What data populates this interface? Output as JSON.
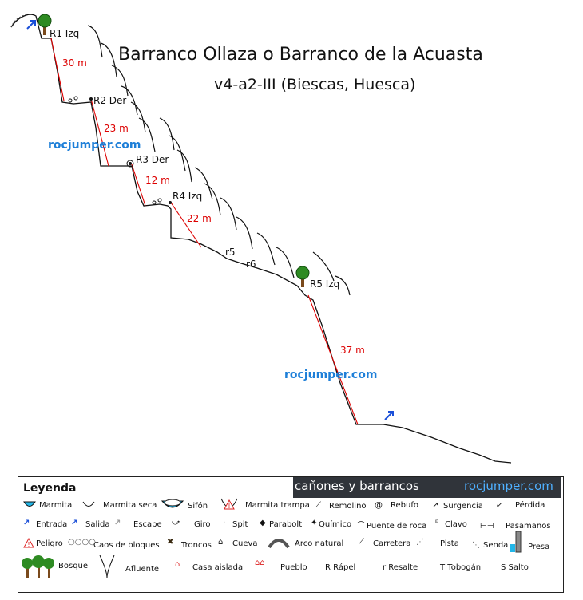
{
  "title": "Barranco Ollaza o Barranco de la Acuasta",
  "subtitle": "v4-a2-III (Biescas, Huesca)",
  "watermarks": [
    "rocjumper.com",
    "rocjumper.com"
  ],
  "anchors": [
    {
      "id": "r1",
      "label": "R1 Izq"
    },
    {
      "id": "r2",
      "label": "R2 Der"
    },
    {
      "id": "r3",
      "label": "R3 Der"
    },
    {
      "id": "r4",
      "label": "R4 Izq"
    },
    {
      "id": "r5s",
      "label": "r5"
    },
    {
      "id": "r6s",
      "label": "r6"
    },
    {
      "id": "r5",
      "label": "R5 Izq"
    }
  ],
  "rappels": [
    {
      "id": "d1",
      "label": "30 m"
    },
    {
      "id": "d2",
      "label": "23 m"
    },
    {
      "id": "d3",
      "label": "12 m"
    },
    {
      "id": "d4",
      "label": "22 m"
    },
    {
      "id": "d5",
      "label": "37 m"
    }
  ],
  "legend": {
    "title": "Leyenda",
    "banner_left": "cañones y barrancos",
    "banner_right": "rocjumper.com",
    "row1": [
      "Marmita",
      "Marmita seca",
      "Sifón",
      "Marmita trampa",
      "Remolino",
      "Rebufo",
      "Surgencia",
      "Pérdida"
    ],
    "row2": [
      "Entrada",
      "Salida",
      "Escape",
      "Giro",
      "Spit",
      "Parabolt",
      "Químico",
      "Puente de roca",
      "Clavo",
      "Pasamanos"
    ],
    "row3": [
      "Peligro",
      "Caos de bloques",
      "Troncos",
      "Cueva",
      "Arco natural",
      "Carretera",
      "Pista",
      "Senda",
      "Presa"
    ],
    "row4": [
      "Bosque",
      "Afluente",
      "Casa aislada",
      "Pueblo",
      "R Rápel",
      "r Resalte",
      "T Tobogán",
      "S Salto"
    ],
    "colors": {
      "water": "#22b6e8",
      "danger": "#d22",
      "house": "#d22",
      "entry": "#1a4fd8"
    }
  }
}
